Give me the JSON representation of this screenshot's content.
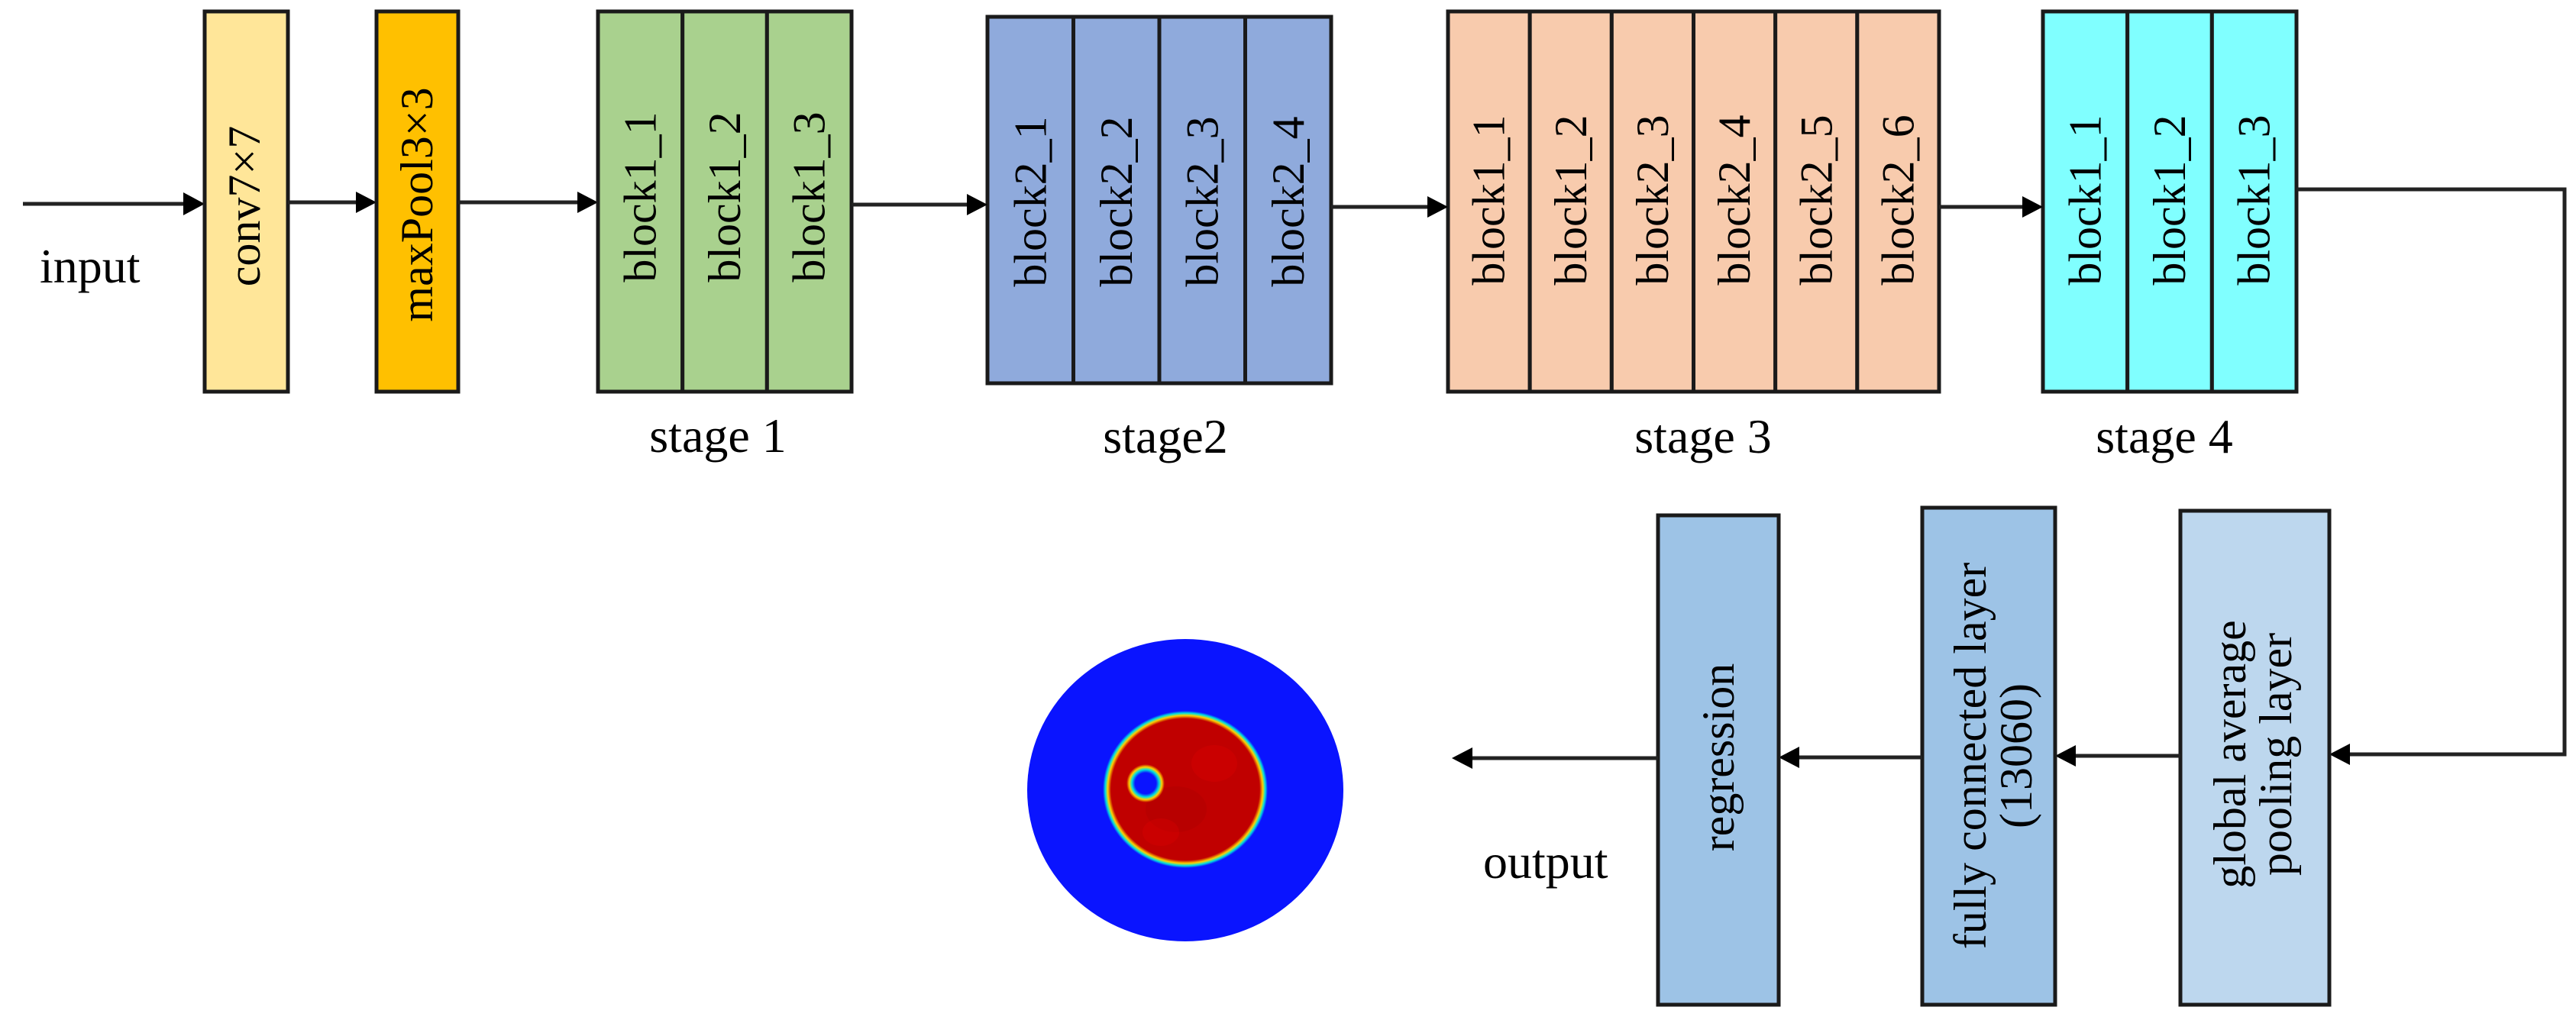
{
  "diagram": {
    "title": "ResNet-style regression network architecture",
    "input_label": "input",
    "output_label": "output",
    "layers": {
      "conv": {
        "label": "conv7×7",
        "color": "#FFE699"
      },
      "maxpool": {
        "label": "maxPool3×3",
        "color": "#FFC000"
      }
    },
    "stages": [
      {
        "label": "stage 1",
        "color": "#A9D18E",
        "blocks": [
          "block1_1",
          "block1_2",
          "block1_3"
        ]
      },
      {
        "label": "stage2",
        "color": "#8FAADC",
        "blocks": [
          "block2_1",
          "block2_2",
          "block2_3",
          "block2_4"
        ]
      },
      {
        "label": "stage 3",
        "color": "#F8CBAD",
        "blocks": [
          "block1_1",
          "block1_2",
          "block2_3",
          "block2_4",
          "block2_5",
          "block2_6"
        ]
      },
      {
        "label": "stage 4",
        "color": "#80FFFF",
        "blocks": [
          "block1_1",
          "block1_2",
          "block1_3"
        ]
      }
    ],
    "head": {
      "global_pooling": {
        "lines": [
          "global average",
          "pooling layer"
        ],
        "color": "#BDD7EE"
      },
      "fully_connected": {
        "lines": [
          "fully connected layer",
          "(13060)"
        ],
        "color": "#9DC3E6"
      },
      "regression": {
        "lines": [
          "regression"
        ],
        "color": "#9DC3E6"
      }
    },
    "output_image": {
      "description": "circular field map: blue outer disk, red inner disk, small blue inclusion",
      "colors": {
        "outer": "#0A14FF",
        "inner": "#C00000",
        "ring": "#00E0E0",
        "inclusion": "#0A14FF"
      }
    }
  }
}
